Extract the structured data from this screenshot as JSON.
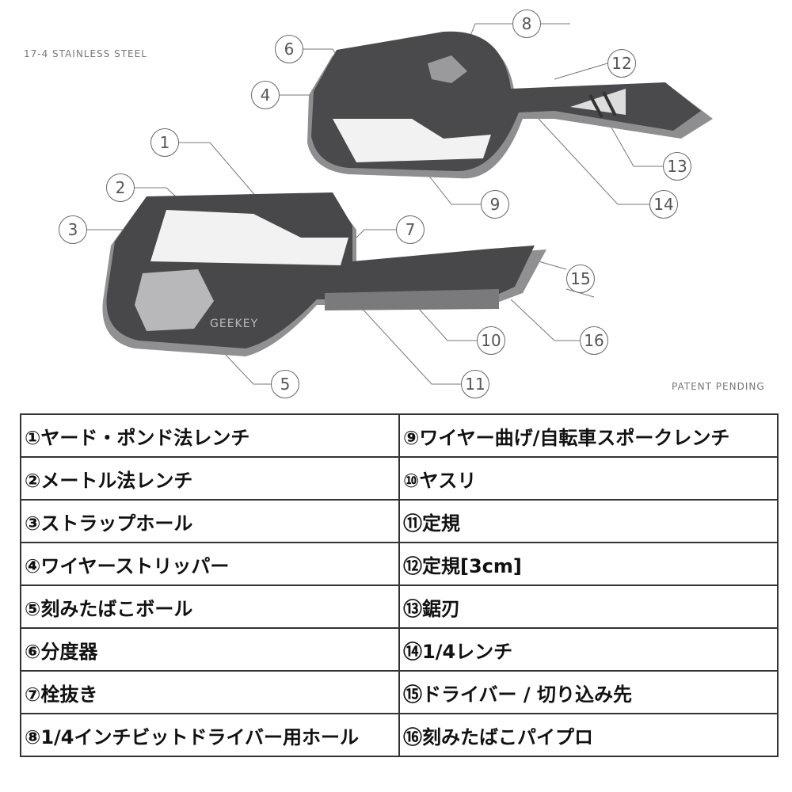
{
  "captions": {
    "material": "17-4 STAINLESS STEEL",
    "patent": "PATENT PENDING"
  },
  "logo": "GEEKEY",
  "callouts": [
    "1",
    "2",
    "3",
    "4",
    "5",
    "6",
    "7",
    "8",
    "9",
    "10",
    "11",
    "12",
    "13",
    "14",
    "15",
    "16"
  ],
  "table": {
    "left": [
      "①ヤード・ポンド法レンチ",
      "②メートル法レンチ",
      "③ストラップホール",
      "④ワイヤーストリッパー",
      "⑤刻みたばこボール",
      "⑥分度器",
      "⑦栓抜き",
      "⑧1/4インチビットドライバー用ホール"
    ],
    "right": [
      "⑨ワイヤー曲げ/自転車スポークレンチ",
      "⑩ヤスリ",
      "⑪定規",
      "⑫定規[3cm]",
      "⑬鋸刃",
      "⑭1/4レンチ",
      "⑮ドライバー / 切り込み先",
      "⑯刻みたばこパイプロ"
    ]
  },
  "colors": {
    "steel": "#4a4a4c",
    "steel_edge": "#9a9a9c",
    "border": "#333333"
  }
}
